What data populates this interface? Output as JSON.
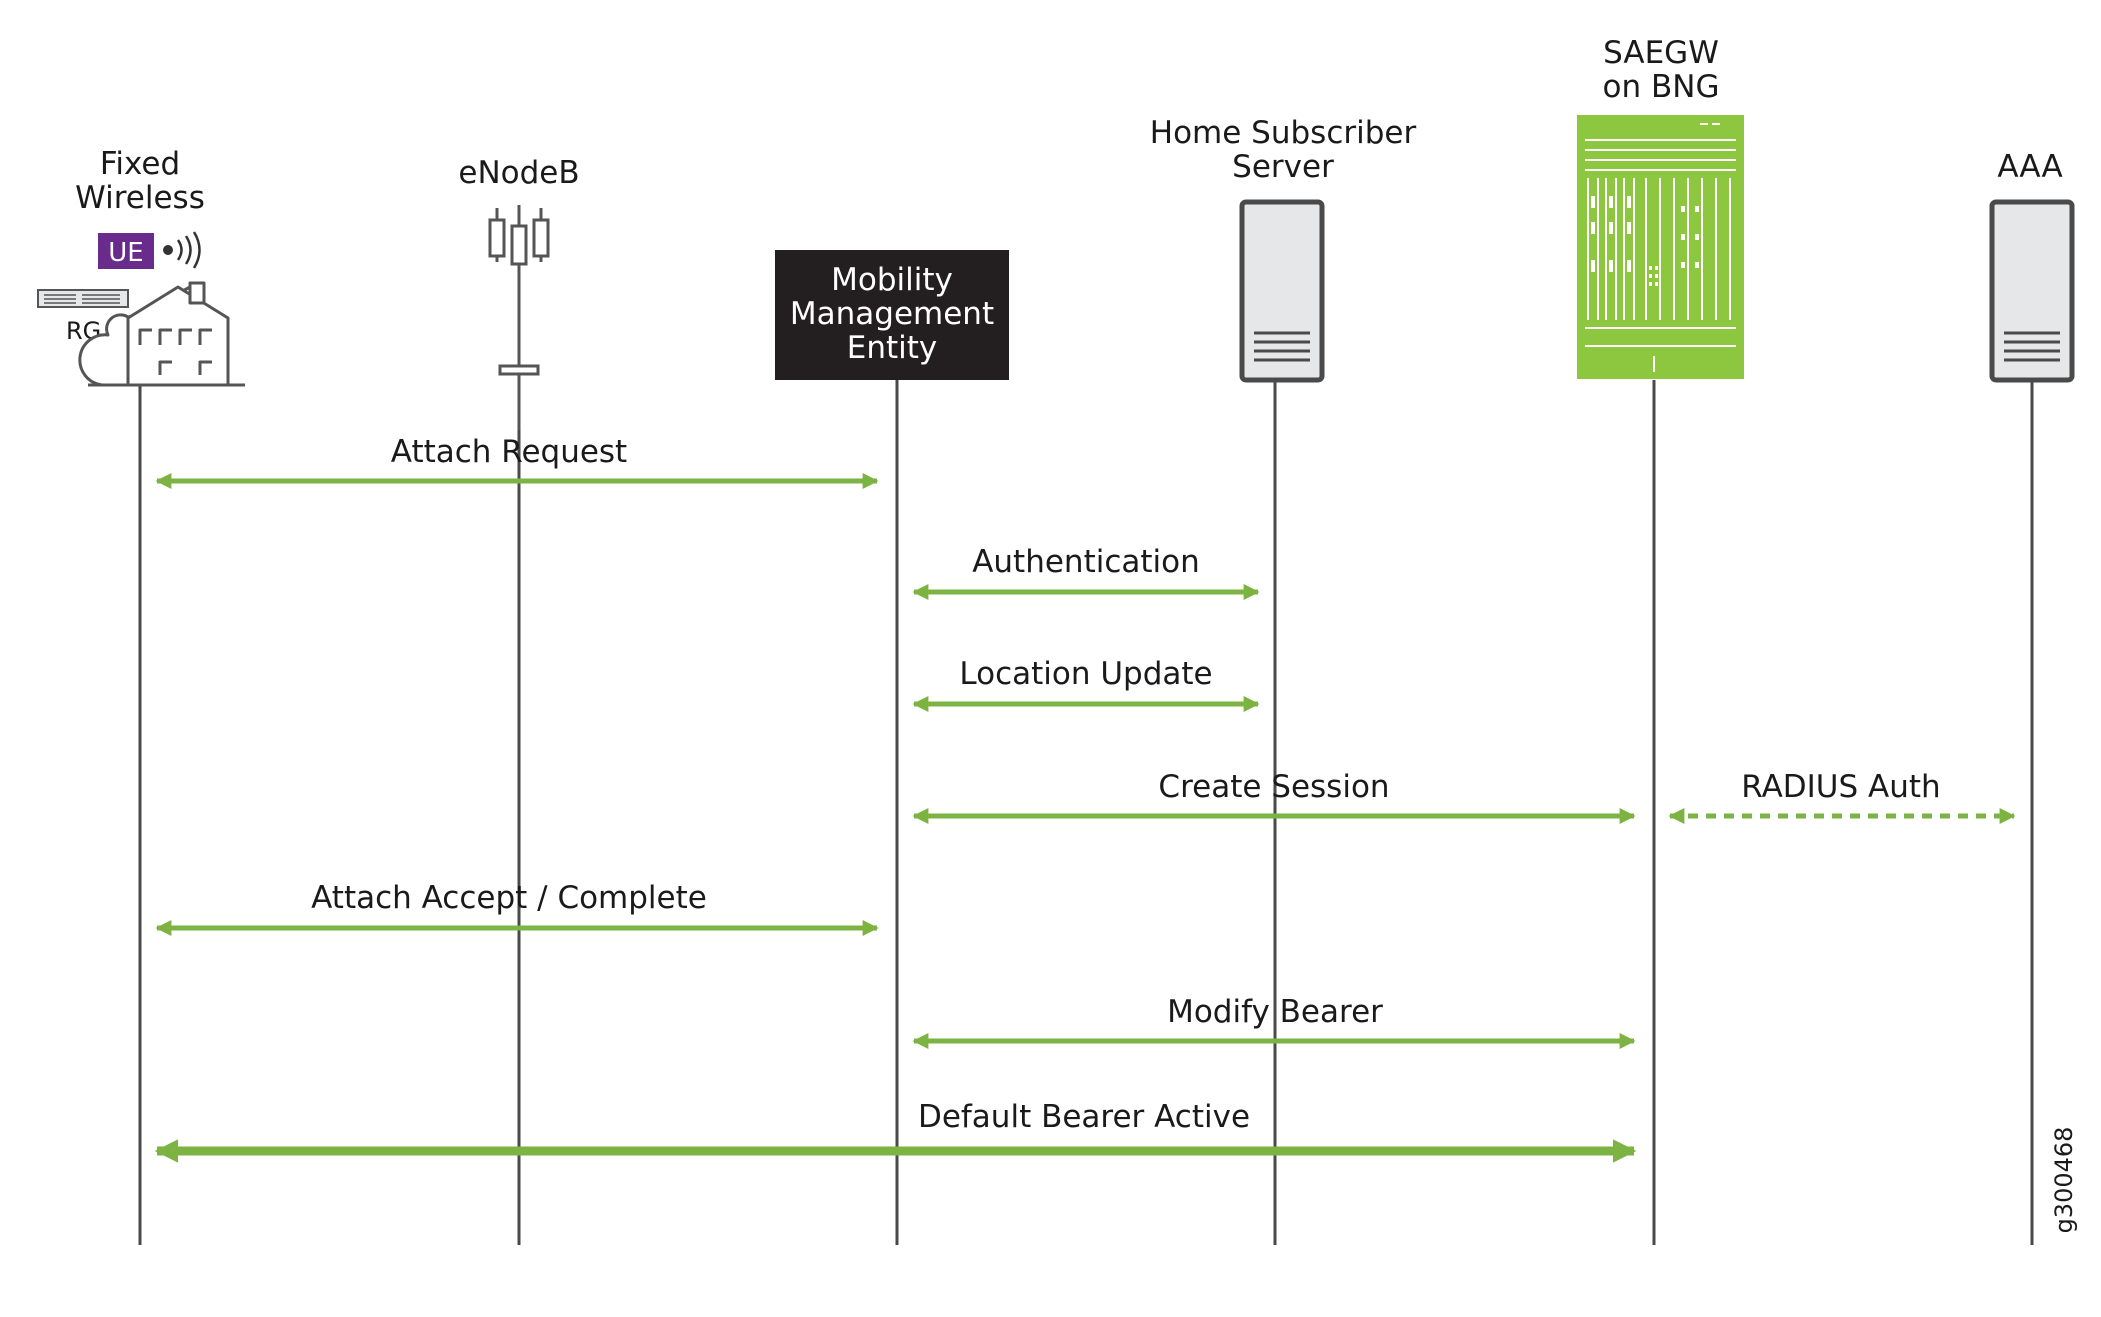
{
  "colors": {
    "arrow": "#7cb342",
    "lifeline": "#4a4a4a",
    "mme_box": "#231f20",
    "mme_text": "#ffffff",
    "ue_badge": "#6a2c8c",
    "bng_chassis": "#8dc63f",
    "server_fill": "#e6e7e8"
  },
  "actors": {
    "ue": {
      "label_line1": "Fixed",
      "label_line2": "Wireless",
      "ue_badge": "UE",
      "rg_label": "RG",
      "icons": [
        "house-icon",
        "router-icon",
        "wireless-signal-icon"
      ]
    },
    "enodeb": {
      "label": "eNodeB",
      "icon": "cell-tower-icon"
    },
    "mme": {
      "label_line1": "Mobility",
      "label_line2": "Management",
      "label_line3": "Entity"
    },
    "hss": {
      "label_line1": "Home Subscriber",
      "label_line2": "Server",
      "icon": "server-icon"
    },
    "saegw": {
      "label_line1": "SAEGW",
      "label_line2": "on BNG",
      "icon": "router-chassis-icon"
    },
    "aaa": {
      "label": "AAA",
      "icon": "server-icon"
    }
  },
  "messages": [
    {
      "label": "Attach Request",
      "from": "ue",
      "to": "mme",
      "style": "solid"
    },
    {
      "label": "Authentication",
      "from": "mme",
      "to": "hss",
      "style": "solid"
    },
    {
      "label": "Location Update",
      "from": "mme",
      "to": "hss",
      "style": "solid"
    },
    {
      "label": "Create Session",
      "from": "mme",
      "to": "saegw",
      "style": "solid"
    },
    {
      "label": "RADIUS Auth",
      "from": "saegw",
      "to": "aaa",
      "style": "dashed"
    },
    {
      "label": "Attach Accept / Complete",
      "from": "ue",
      "to": "mme",
      "style": "solid"
    },
    {
      "label": "Modify Bearer",
      "from": "mme",
      "to": "saegw",
      "style": "solid"
    },
    {
      "label": "Default Bearer Active",
      "from": "ue",
      "to": "saegw",
      "style": "thick"
    }
  ],
  "figure_id": "g300468"
}
